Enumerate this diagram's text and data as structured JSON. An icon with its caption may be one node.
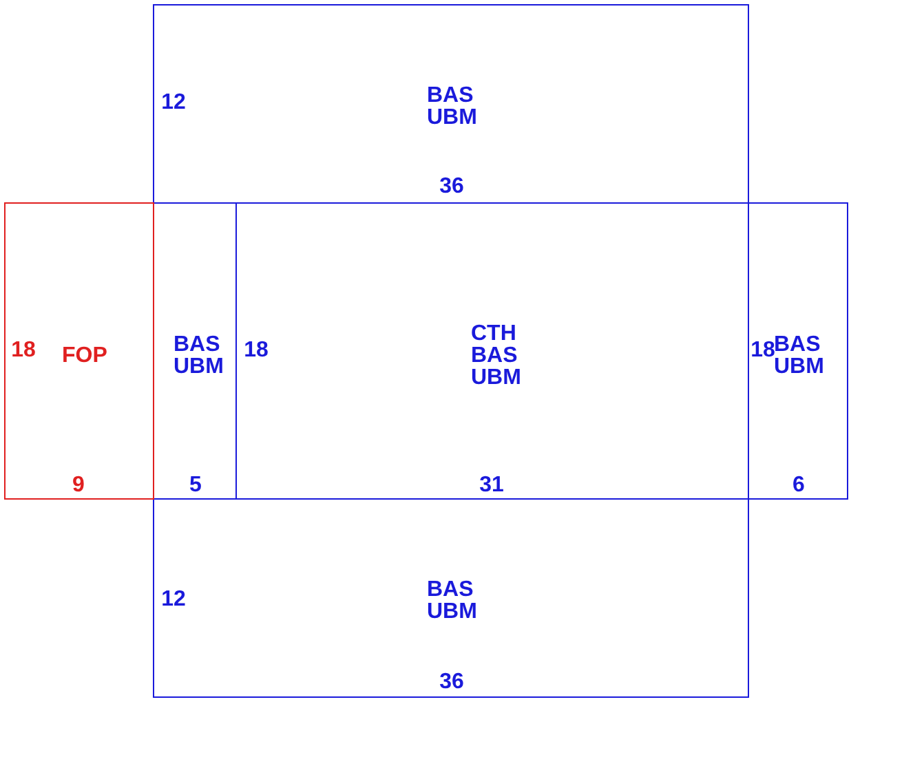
{
  "diagram": {
    "nodes": [
      {
        "text": [
          "12",
          "BAS UBM",
          "36"
        ]
      },
      {
        "text": [
          "18",
          "FOP",
          "9"
        ]
      },
      {
        "text": [
          "BAS UBM",
          "5"
        ]
      },
      {
        "text": [
          "18",
          "CTH BAS UBM",
          "31"
        ]
      },
      {
        "text": [
          "18",
          "BAS UBM",
          "6"
        ]
      },
      {
        "text": [
          "12",
          "BAS UBM",
          "36"
        ]
      }
    ]
  }
}
